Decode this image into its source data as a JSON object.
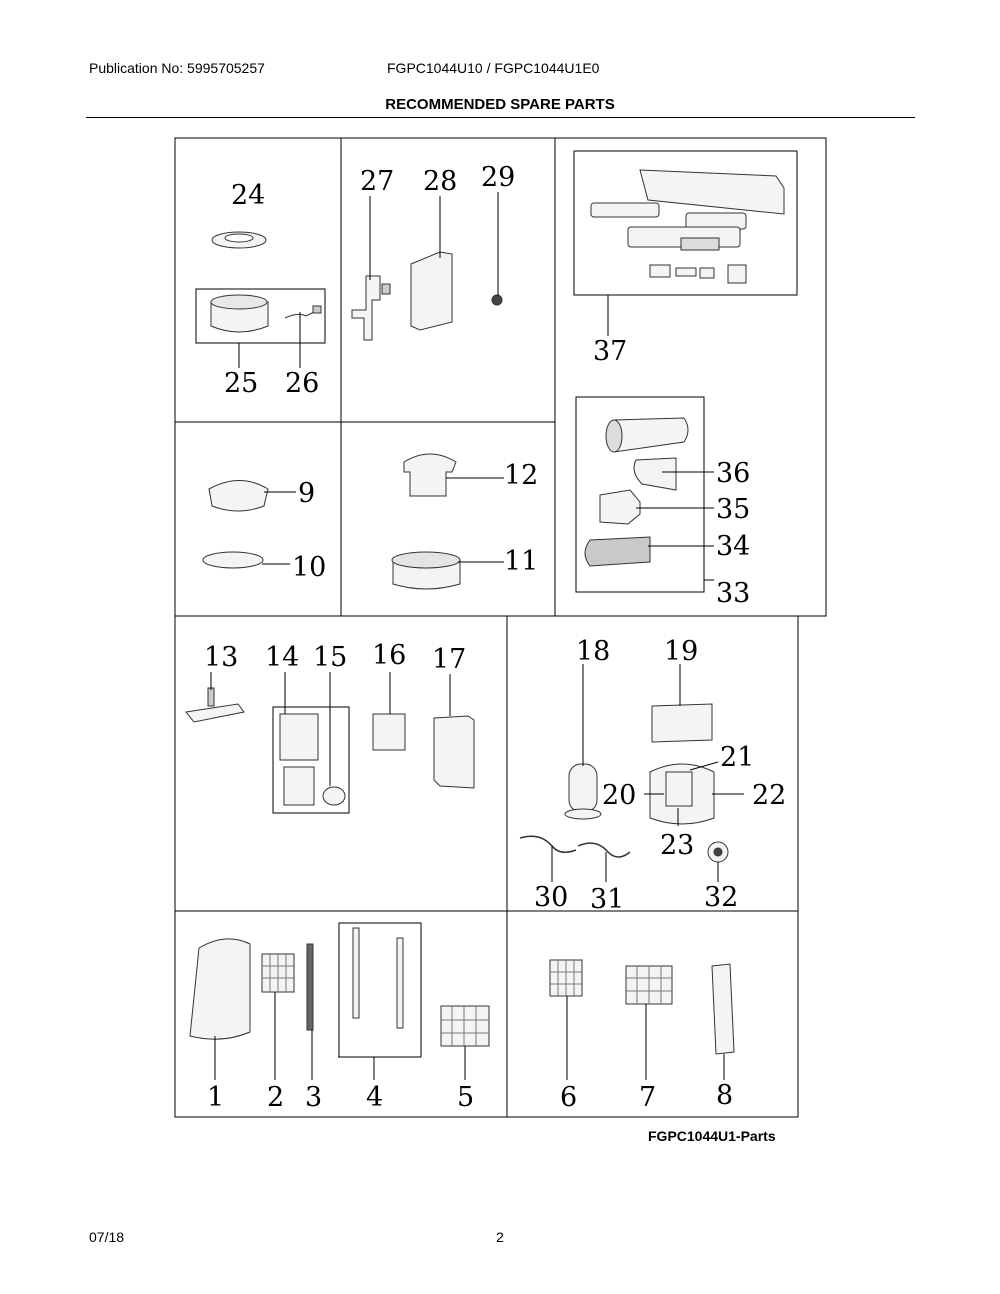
{
  "header": {
    "publication": "Publication No: 5995705257",
    "models": "FGPC1044U10 / FGPC1044U1E0",
    "section_title": "RECOMMENDED SPARE PARTS"
  },
  "diagram": {
    "callouts": [
      "1",
      "2",
      "3",
      "4",
      "5",
      "6",
      "7",
      "8",
      "9",
      "10",
      "11",
      "12",
      "13",
      "14",
      "15",
      "16",
      "17",
      "18",
      "19",
      "20",
      "21",
      "22",
      "23",
      "24",
      "25",
      "26",
      "27",
      "28",
      "29",
      "30",
      "31",
      "32",
      "33",
      "34",
      "35",
      "36",
      "37"
    ],
    "reference": "FGPC1044U1-Parts"
  },
  "footer": {
    "date": "07/18",
    "page": "2"
  }
}
